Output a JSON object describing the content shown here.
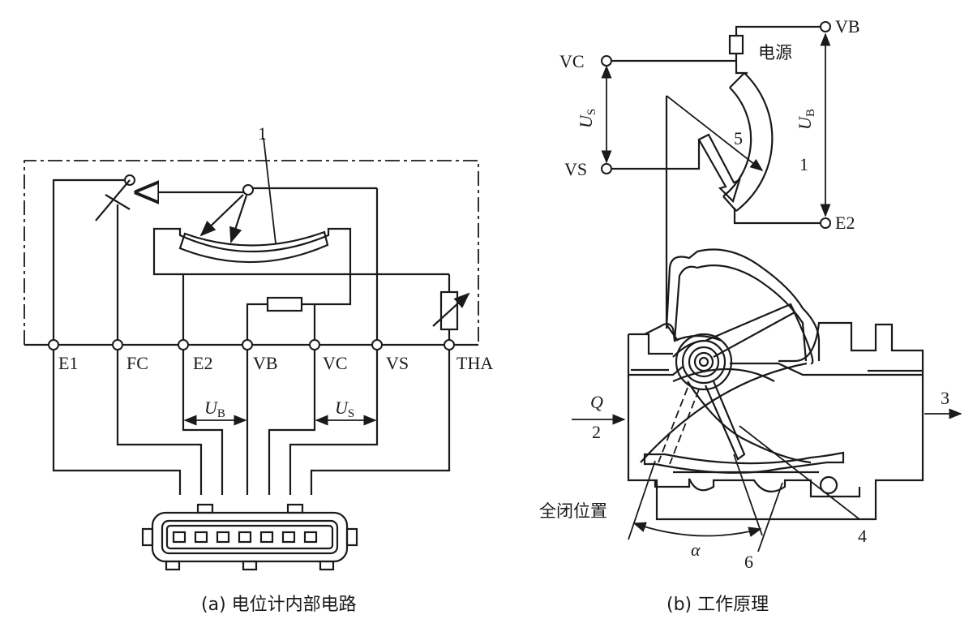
{
  "left": {
    "caption": "(a) 电位计内部电路",
    "terminals": [
      "E1",
      "FC",
      "E2",
      "VB",
      "VC",
      "VS",
      "THA"
    ],
    "part_1": "1",
    "ub_symbol": "U",
    "ub_sub": "B",
    "us_symbol": "U",
    "us_sub": "S"
  },
  "right": {
    "caption": "(b) 工作原理",
    "power_label": "电源",
    "terminal_vb": "VB",
    "terminal_vc": "VC",
    "terminal_vs": "VS",
    "terminal_e2": "E2",
    "us_symbol": "U",
    "us_sub": "S",
    "ub_symbol": "U",
    "ub_sub": "B",
    "part_1": "1",
    "part_2": "2",
    "part_3": "3",
    "part_4": "4",
    "part_5": "5",
    "part_6": "6",
    "flow_q": "Q",
    "closed_position": "全闭位置",
    "angle_alpha": "α"
  }
}
